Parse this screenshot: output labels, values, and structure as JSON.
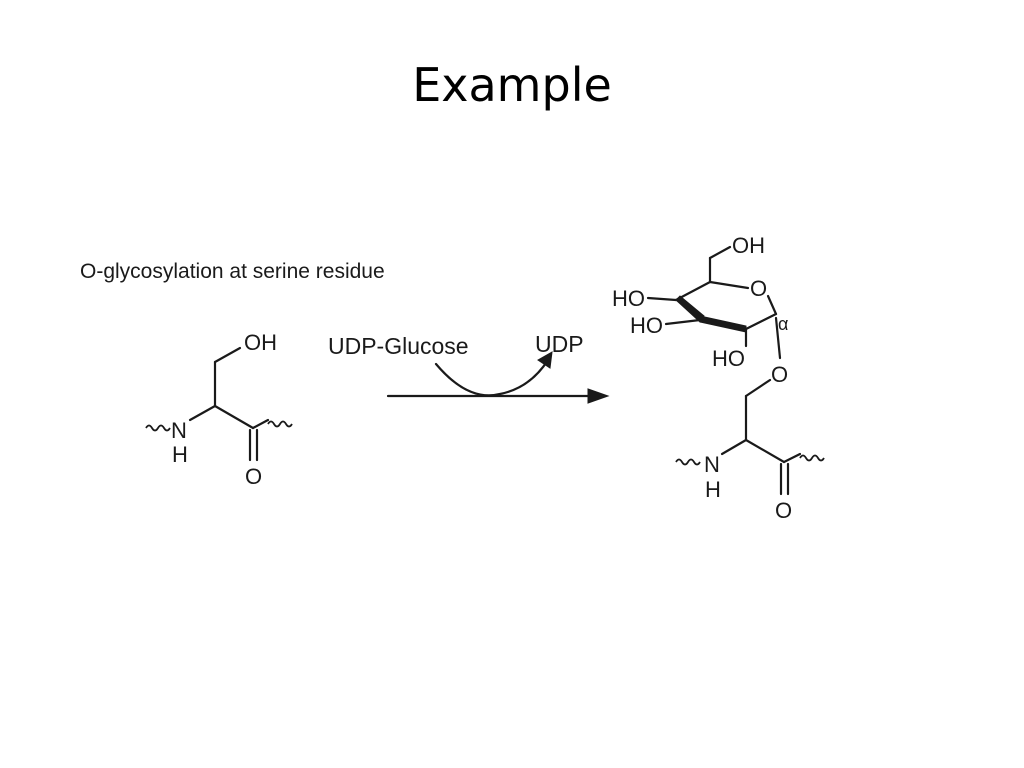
{
  "slide": {
    "title": "Example"
  },
  "diagram": {
    "caption": "O-glycosylation at serine residue",
    "reagent_in": "UDP-Glucose",
    "reagent_out": "UDP",
    "serine": {
      "oh": "OH",
      "n": "N",
      "h": "H",
      "o": "O"
    },
    "product": {
      "oh_top": "OH",
      "ring_o": "O",
      "ho_left_upper": "HO",
      "ho_left_lower": "HO",
      "ho_bottom": "HO",
      "alpha": "α",
      "link_o": "O",
      "n": "N",
      "h": "H",
      "o": "O"
    }
  }
}
